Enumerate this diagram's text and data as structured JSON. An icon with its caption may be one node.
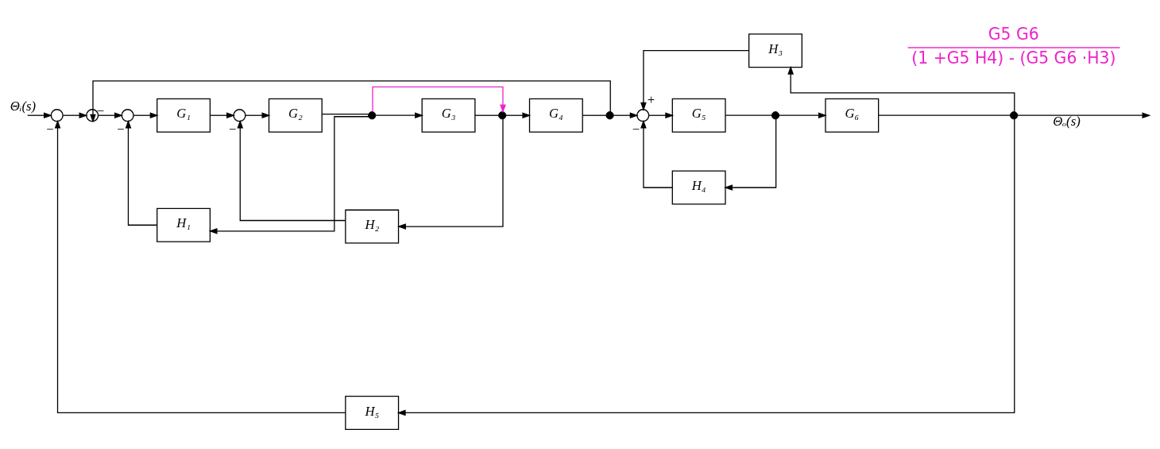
{
  "diagram": {
    "nodes": [
      {
        "text": [
          "H₃"
        ]
      },
      {
        "text": [],
        "shape": "circle"
      },
      {
        "text": [],
        "shape": "circle"
      },
      {
        "text": [],
        "shape": "circle"
      },
      {
        "text": [
          "G₁"
        ]
      },
      {
        "text": [],
        "shape": "circle"
      },
      {
        "text": [
          "G₂"
        ]
      },
      {
        "text": [],
        "shape": "dot"
      },
      {
        "text": [
          "G₃"
        ]
      },
      {
        "text": [],
        "shape": "dot"
      },
      {
        "text": [
          "G₄"
        ]
      },
      {
        "text": [],
        "shape": "dot"
      },
      {
        "text": [],
        "shape": "circle"
      },
      {
        "text": [
          "G₅"
        ]
      },
      {
        "text": [],
        "shape": "dot"
      },
      {
        "text": [
          "G₆"
        ]
      },
      {
        "text": [],
        "shape": "dot"
      },
      {
        "text": [
          "H₁"
        ]
      },
      {
        "text": [
          "H₄"
        ]
      },
      {
        "text": [
          "H₂"
        ]
      },
      {
        "text": [
          "H₅"
        ]
      }
    ],
    "edges": [
      {
        "from": null,
        "to": 1,
        "arrow": "to",
        "label": "Θᵢ(s)"
      },
      {
        "from": 1,
        "to": 2,
        "arrow": "to"
      },
      {
        "from": 2,
        "to": 3,
        "arrow": "to"
      },
      {
        "from": 3,
        "to": 4,
        "arrow": "to"
      },
      {
        "from": 4,
        "to": 5,
        "arrow": "to"
      },
      {
        "from": 5,
        "to": 6,
        "arrow": "to"
      },
      {
        "from": 6,
        "to": 7,
        "arrow": "none"
      },
      {
        "from": 7,
        "to": 8,
        "arrow": "to"
      },
      {
        "from": 8,
        "to": 9,
        "arrow": "none"
      },
      {
        "from": 9,
        "to": 10,
        "arrow": "to"
      },
      {
        "from": 10,
        "to": 11,
        "arrow": "none"
      },
      {
        "from": 11,
        "to": 12,
        "arrow": "to"
      },
      {
        "from": 12,
        "to": 13,
        "arrow": "to"
      },
      {
        "from": 13,
        "to": 14,
        "arrow": "none"
      },
      {
        "from": 14,
        "to": 15,
        "arrow": "to"
      },
      {
        "from": 15,
        "to": 16,
        "arrow": "none"
      },
      {
        "from": 16,
        "to": null,
        "arrow": "to",
        "label": "Θₒ(s)"
      },
      {
        "from": 16,
        "to": 0,
        "arrow": "to"
      },
      {
        "from": 0,
        "to": 12,
        "arrow": "to",
        "label": "+"
      },
      {
        "from": 7,
        "to": 17,
        "arrow": "to"
      },
      {
        "from": 17,
        "to": 3,
        "arrow": "to",
        "label": "−"
      },
      {
        "from": 14,
        "to": 18,
        "arrow": "to"
      },
      {
        "from": 18,
        "to": 12,
        "arrow": "to",
        "label": "−"
      },
      {
        "from": 9,
        "to": 19,
        "arrow": "to"
      },
      {
        "from": 19,
        "to": 5,
        "arrow": "to",
        "label": "−"
      },
      {
        "from": 11,
        "to": 2,
        "arrow": "to",
        "label": "−"
      },
      {
        "from": 16,
        "to": 20,
        "arrow": "to"
      },
      {
        "from": 20,
        "to": 1,
        "arrow": "to",
        "label": "−"
      },
      {
        "from": 7,
        "to": 9,
        "arrow": "to",
        "color": "#ee22cc"
      }
    ],
    "labels": [
      "G5 G6",
      "(1 +G5 H4) - (G5 G6 ·H3)"
    ]
  }
}
